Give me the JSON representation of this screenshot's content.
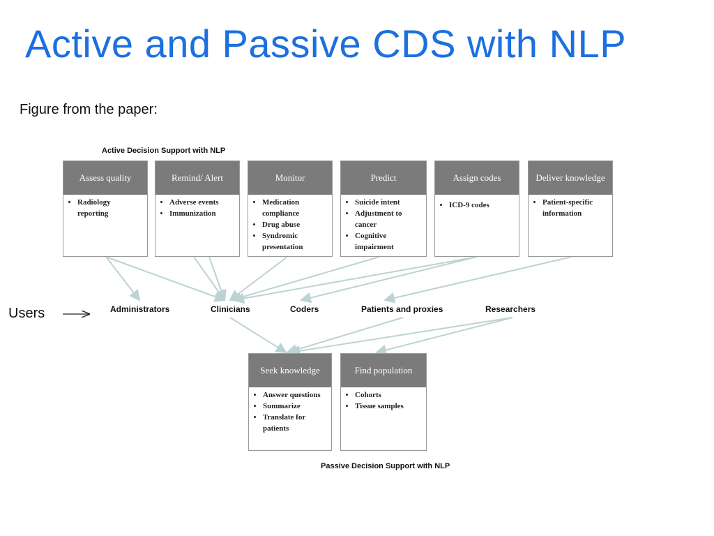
{
  "slide": {
    "title": "Active and Passive CDS with NLP",
    "subtitle": "Figure from the paper:"
  },
  "active": {
    "caption": "Active Decision Support with NLP",
    "boxes": [
      {
        "head": "Assess quality",
        "items": [
          "Radiology reporting"
        ]
      },
      {
        "head": "Remind/ Alert",
        "items": [
          "Adverse events",
          "Immunization"
        ]
      },
      {
        "head": "Monitor",
        "items": [
          "Medication compliance",
          "Drug abuse",
          "Syndromic presentation"
        ]
      },
      {
        "head": "Predict",
        "items": [
          "Suicide intent",
          "Adjustment to cancer",
          "Cognitive impairment"
        ]
      },
      {
        "head": "Assign codes",
        "items": [
          "ICD-9 codes"
        ]
      },
      {
        "head": "Deliver knowledge",
        "items": [
          "Patient-specific information"
        ]
      }
    ]
  },
  "users": {
    "label": "Users",
    "names": [
      "Administrators",
      "Clinicians",
      "Coders",
      "Patients and proxies",
      "Researchers"
    ]
  },
  "passive": {
    "caption": "Passive Decision Support with NLP",
    "boxes": [
      {
        "head": "Seek knowledge",
        "items": [
          "Answer questions",
          "Summarize",
          "Translate for patients"
        ]
      },
      {
        "head": "Find population",
        "items": [
          "Cohorts",
          "Tissue samples"
        ]
      }
    ]
  },
  "colors": {
    "title": "#1b6fe0",
    "box_header": "#7b7b7b",
    "connector": "#bcd3d3"
  }
}
